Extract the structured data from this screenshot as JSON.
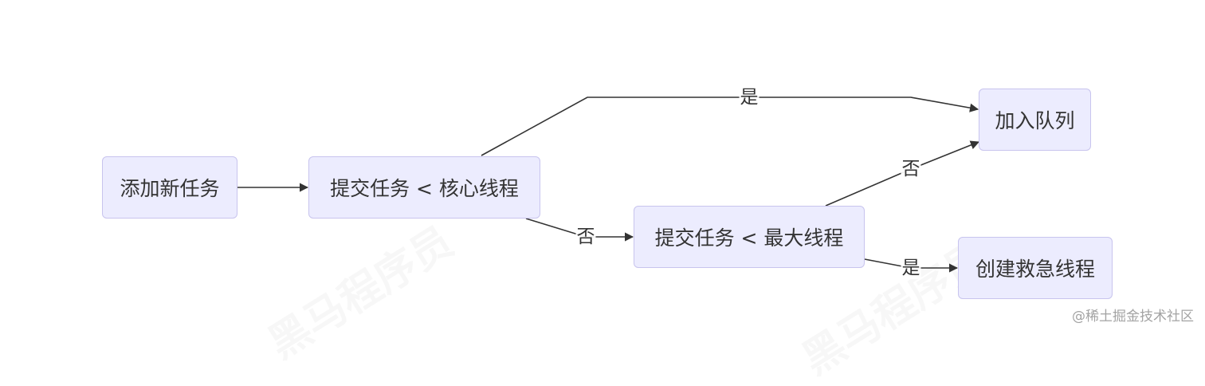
{
  "nodes": {
    "add_task": "添加新任务",
    "submit_core": "提交任务 < 核心线程",
    "submit_max": "提交任务 < 最大线程",
    "join_queue": "加入队列",
    "create_emergency": "创建救急线程"
  },
  "edges": {
    "core_yes": "是",
    "core_no": "否",
    "max_no": "否",
    "max_yes": "是"
  },
  "watermark": {
    "text": "黑马程序员"
  },
  "credit": "@稀土掘金技术社区",
  "colors": {
    "node_fill": "#ececfe",
    "node_border": "#c8c4ee",
    "edge_line": "#333333",
    "text": "#333333"
  }
}
